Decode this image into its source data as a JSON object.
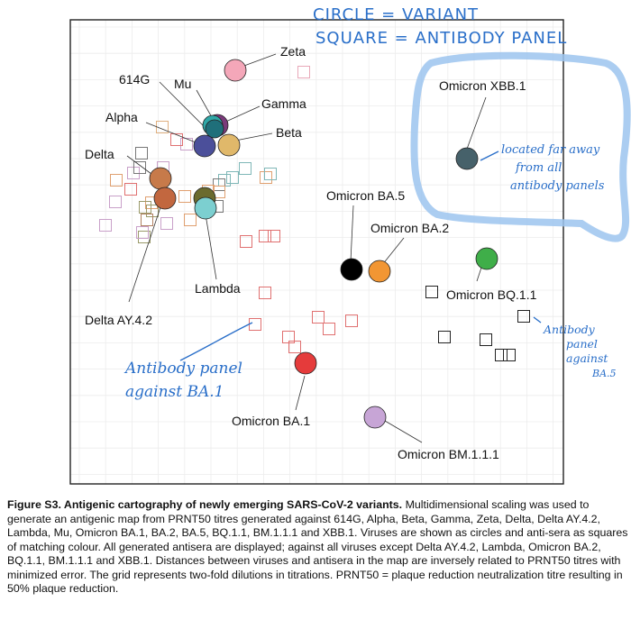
{
  "annotations": {
    "top_line1": "CIRCLE = VARIANT",
    "top_line2": "SQUARE = ANTIBODY PANEL",
    "xbb_note_l1": "located far away",
    "xbb_note_l2": "from all",
    "xbb_note_l3": "antibody panels",
    "ba1_note_l1": "Antibody panel",
    "ba1_note_l2": "against BA.1",
    "ba5_note_l1": "Antibody",
    "ba5_note_l2": "panel",
    "ba5_note_l3": "against",
    "ba5_note_l4": "BA.5"
  },
  "figure": {
    "caption_title": "Figure S3. Antigenic cartography of newly emerging SARS-CoV-2 variants.",
    "caption_body": " Multidimensional scaling was used to generate an antigenic map from PRNT50 titres generated against 614G, Alpha, Beta, Gamma, Zeta, Delta, Delta AY.4.2, Lambda, Mu, Omicron BA.1, BA.2, BA.5, BQ.1.1, BM.1.1.1 and XBB.1. Viruses are shown as circles and anti-sera as squares of matching colour. All generated antisera are displayed; against all viruses except Delta AY.4.2, Lambda, Omicron BA.2, BQ.1.1, BM.1.1.1 and XBB.1. Distances between viruses and antisera in the map are inversely related to PRNT50 titres with minimized error. The grid represents two-fold dilutions in titrations. PRNT50 = plaque reduction neutralization titre resulting in 50% plaque reduction."
  },
  "viruses": [
    {
      "label": "Zeta",
      "color": "#f4a7b9"
    },
    {
      "label": "614G",
      "color": "#7a3a7a"
    },
    {
      "label": "Mu",
      "color": "#2fa7a7"
    },
    {
      "label": "Gamma",
      "color": "#1f6f7a"
    },
    {
      "label": "Beta",
      "color": "#e0b86a"
    },
    {
      "label": "Alpha",
      "color": "#4b4f9a"
    },
    {
      "label": "Delta",
      "color": "#c77a4a"
    },
    {
      "label": "Delta AY.4.2",
      "color": "#c2673f"
    },
    {
      "label": "Lambda",
      "color": "#7ccfd0"
    },
    {
      "label": "Omicron XBB.1",
      "color": "#46616a"
    },
    {
      "label": "Omicron BA.5",
      "color": "#000000"
    },
    {
      "label": "Omicron BA.2",
      "color": "#f29633"
    },
    {
      "label": "Omicron BQ.1.1",
      "color": "#3fae49"
    },
    {
      "label": "Omicron BA.1",
      "color": "#e53b3b"
    },
    {
      "label": "Omicron BM.1.1.1",
      "color": "#c7a5d6"
    }
  ],
  "extra_circle_colors": [
    "#6b6b2f"
  ],
  "antisera_colors": {
    "zeta": "#e8a8b8",
    "gamma": "#e0b080",
    "violet": "#c9a0c9",
    "gray": "#777777",
    "orange": "#e0a070",
    "teal": "#7fb7b7",
    "red": "#e07070",
    "black": "#222222",
    "olive": "#9a9a6a",
    "brown": "#b08060"
  }
}
